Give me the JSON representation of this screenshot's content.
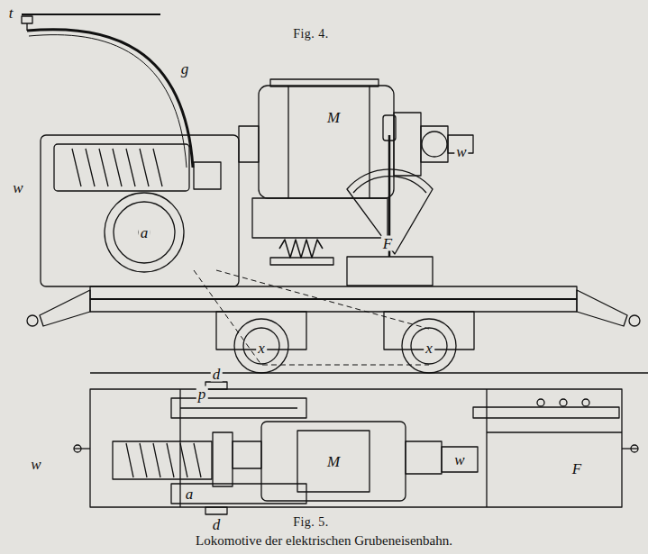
{
  "diagram": {
    "caption": "Lokomotive der elektrischen Grubeneisenbahn.",
    "labels": [
      "Fig. 4.",
      "t",
      "g",
      "M",
      "w",
      "w",
      "a",
      "x",
      "x",
      "F",
      "Fig. 5.",
      "d",
      "p",
      "w",
      "M",
      "w",
      "a",
      "d",
      "F"
    ]
  }
}
